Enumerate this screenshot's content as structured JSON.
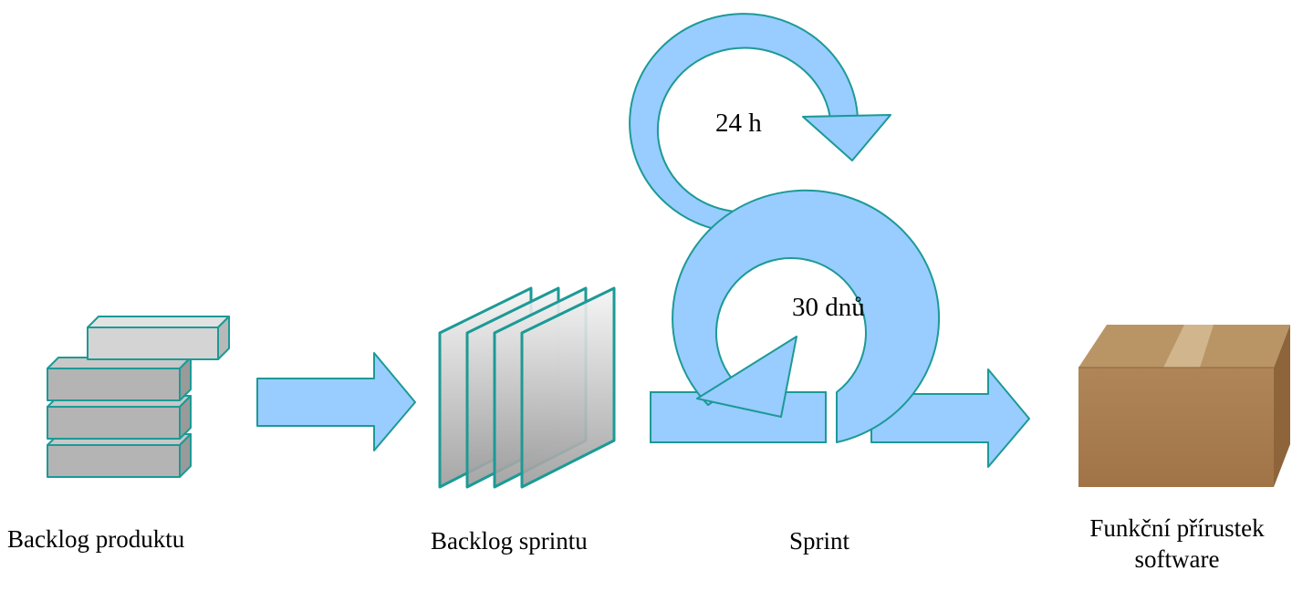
{
  "colors": {
    "arrow_fill": "#99CCFF",
    "outline": "#1C9A96",
    "block_dark": "#B4B4B4",
    "block_light": "#D4D4D4",
    "box_brown": "#A67C52"
  },
  "icons": {
    "product_backlog": "stacked-blocks-icon",
    "sprint_backlog": "stacked-sheets-icon",
    "daily_loop": "circular-arrow-icon",
    "sprint_loop": "circular-arrow-icon",
    "increment": "cardboard-box-icon"
  },
  "loops": {
    "daily": "24 h",
    "sprint": "30 dnů"
  },
  "labels": {
    "product_backlog": "Backlog produktu",
    "sprint_backlog": "Backlog sprintu",
    "sprint": "Sprint",
    "increment_line1": "Funkční přírustek",
    "increment_line2": "software"
  }
}
